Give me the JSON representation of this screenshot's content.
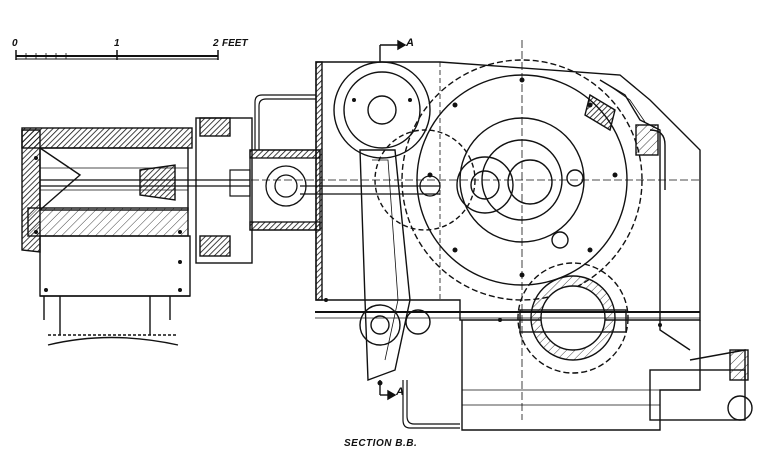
{
  "scale": {
    "ticks": [
      "0",
      "1",
      "2"
    ],
    "unit": "FEET"
  },
  "section_arrows": {
    "top": "A",
    "bottom": "A"
  },
  "caption": "SECTION B.B.",
  "colors": {
    "ink": "#111111",
    "paper": "#ffffff"
  }
}
